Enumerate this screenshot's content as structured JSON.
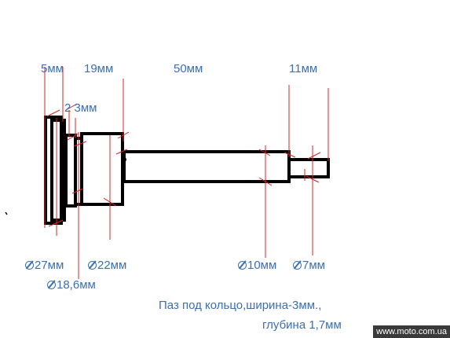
{
  "labels": {
    "l_5mm": "5мм",
    "l_19mm": "19мм",
    "l_50mm": "50мм",
    "l_11mm": "11мм",
    "l_2_3mm": "2 3мм",
    "d27": "27мм",
    "d22": "22мм",
    "d10": "10мм",
    "d7": "7мм",
    "d18_6": "18,6мм"
  },
  "note": {
    "line1": "Паз под кольцо,ширина-3мм.,",
    "line2": "глубина 1,7мм"
  },
  "watermark": "www.moto.com.ua",
  "colors": {
    "text": "#3b6fb6",
    "dim_line": "#e02020",
    "outline": "#000000"
  }
}
